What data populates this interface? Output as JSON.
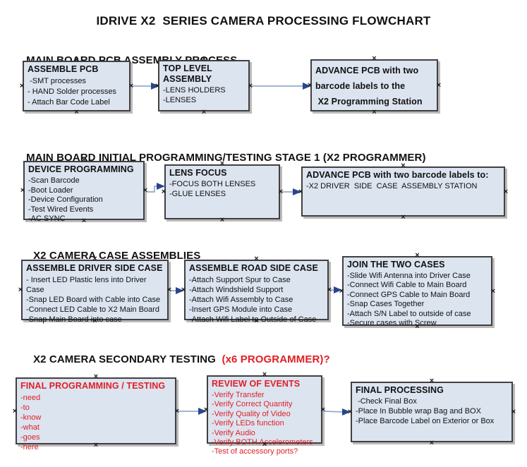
{
  "title": "IDRIVE X2  SERIES CAMERA PROCESSING FLOWCHART",
  "glyphs": {
    "connector": "×"
  },
  "colors": {
    "red": "#df2026",
    "box_fill": "#dce4f0",
    "box_border": "#404040",
    "arrow_line": "#94aacb",
    "arrow_head": "#27478c"
  },
  "sections": [
    {
      "heading": "MAIN BOARD PCB ASSEMBLY PROCESS",
      "boxes": [
        {
          "title": "ASSEMBLE PCB",
          "items": [
            " -SMT processes",
            "- HAND Solder processes",
            "- Attach Bar Code Label"
          ]
        },
        {
          "title": "TOP LEVEL ASSEMBLY",
          "items": [
            "-LENS HOLDERS",
            "-LENSES"
          ]
        },
        {
          "title": "ADVANCE PCB with two\nbarcode labels to the\n X2 Programming Station",
          "items": []
        }
      ]
    },
    {
      "heading": "MAIN BOARD INITIAL PROGRAMMING/TESTING STAGE 1 (X2 PROGRAMMER)",
      "boxes": [
        {
          "title": "DEVICE PROGRAMMING",
          "items": [
            "-Scan Barcode",
            "-Boot Loader",
            "-Device Configuration",
            "-Test Wired Events",
            "-AC SYNC"
          ]
        },
        {
          "title": "LENS FOCUS",
          "items": [
            "-FOCUS BOTH LENSES",
            "-GLUE LENSES"
          ]
        },
        {
          "title": "ADVANCE PCB with two barcode labels to:",
          "items": [
            "-X2 DRIVER  SIDE  CASE  ASSEMBLY STATION"
          ]
        }
      ]
    },
    {
      "heading": "X2 CAMERA CASE ASSEMBLIES",
      "boxes": [
        {
          "title": "ASSEMBLE DRIVER SIDE CASE",
          "items": [
            "- Insert LED Plastic lens into Driver Case",
            "-Snap LED Board with Cable into Case",
            "-Connect LED Cable to X2 Main Board",
            "-Snap Main Board into case"
          ]
        },
        {
          "title": "ASSEMBLE ROAD SIDE CASE",
          "items": [
            "-Attach Support Spur to Case",
            "-Attach Windshield Support",
            "-Attach Wifi Assembly to Case",
            "-Insert GPS Module into Case",
            "-Attach Wifi Label to Outside of Case"
          ]
        },
        {
          "title": "JOIN THE TWO CASES",
          "items": [
            "-Slide Wifi Antenna into Driver Case",
            "-Connect Wifi Cable to Main Board",
            "-Connect GPS Cable to Main Board",
            "-Snap Cases Together",
            "-Attach S/N Label to outside of case",
            "-Secure cases with Screw"
          ]
        }
      ]
    },
    {
      "heading": "X2 CAMERA SECONDARY TESTING  ",
      "heading_suffix": "(x6 PROGRAMMER)?",
      "boxes": [
        {
          "title": "FINAL PROGRAMMING / TESTING",
          "items": [
            "-need",
            "-to",
            "-know",
            "-what",
            "-goes",
            "-here"
          ]
        },
        {
          "title": "REVIEW OF EVENTS",
          "items": [
            "-Verify Transfer",
            "-Verify Correct Quantity",
            "-Verify Quality of Video",
            "-Verify LEDs function",
            "-Verify Audio",
            "-Verify BOTH Accelerometers",
            "-Test of accessory ports?"
          ]
        },
        {
          "title": "FINAL PROCESSING",
          "items": [
            " -Check Final Box",
            "-Place In Bubble wrap Bag and BOX",
            "-Place Barcode Label on Exterior or Box"
          ]
        }
      ]
    }
  ]
}
